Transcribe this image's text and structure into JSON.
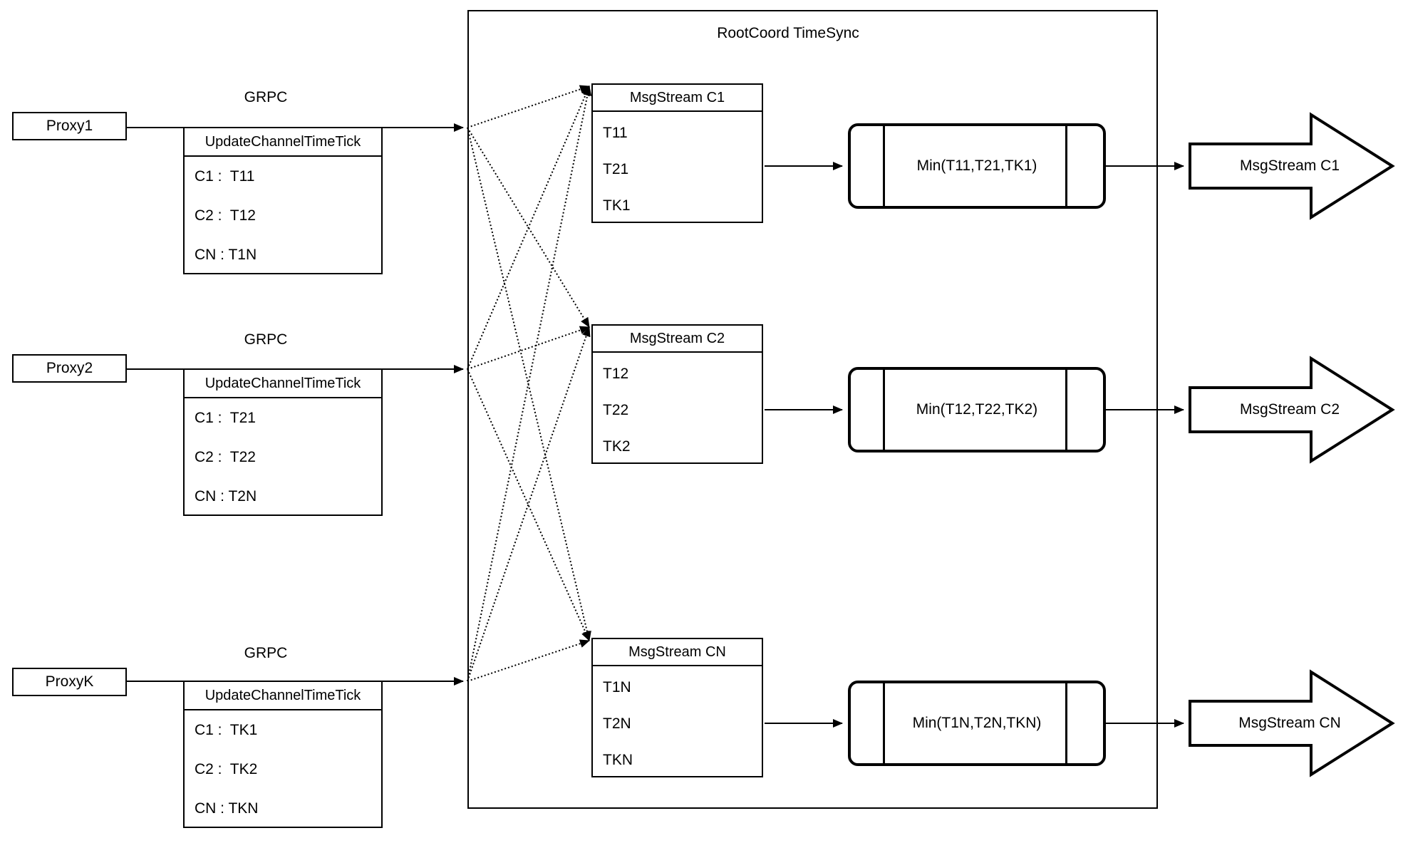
{
  "diagram": {
    "title": "RootCoord TimeSync",
    "rows": [
      {
        "proxy_label": "Proxy1",
        "grpc_label": "GRPC",
        "update_table": {
          "header": "UpdateChannelTimeTick",
          "rows": [
            "C1 :  T11",
            "C2 :  T12",
            "CN : T1N"
          ]
        },
        "msgstream_table": {
          "header": "MsgStream C1",
          "rows": [
            "T11",
            "T21",
            "TK1"
          ]
        },
        "min_label": "Min(T11,T21,TK1)",
        "output_label": "MsgStream C1"
      },
      {
        "proxy_label": "Proxy2",
        "grpc_label": "GRPC",
        "update_table": {
          "header": "UpdateChannelTimeTick",
          "rows": [
            "C1 :  T21",
            "C2 :  T22",
            "CN : T2N"
          ]
        },
        "msgstream_table": {
          "header": "MsgStream C2",
          "rows": [
            "T12",
            "T22",
            "TK2"
          ]
        },
        "min_label": "Min(T12,T22,TK2)",
        "output_label": "MsgStream C2"
      },
      {
        "proxy_label": "ProxyK",
        "grpc_label": "GRPC",
        "update_table": {
          "header": "UpdateChannelTimeTick",
          "rows": [
            "C1 :  TK1",
            "C2 :  TK2",
            "CN : TKN"
          ]
        },
        "msgstream_table": {
          "header": "MsgStream CN",
          "rows": [
            "T1N",
            "T2N",
            "TKN"
          ]
        },
        "min_label": "Min(T1N,T2N,TKN)",
        "output_label": "MsgStream CN"
      }
    ]
  }
}
